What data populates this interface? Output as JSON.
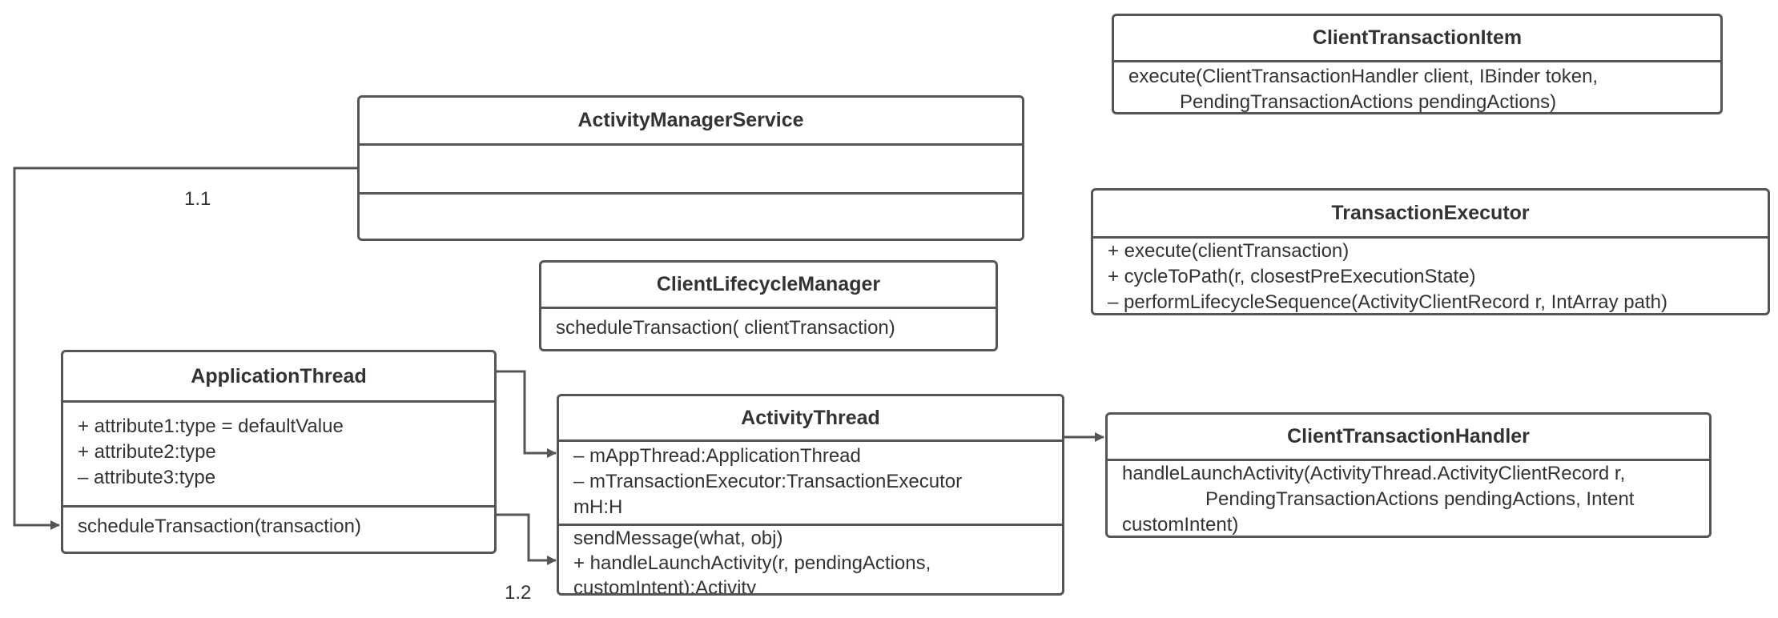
{
  "classes": {
    "ams": {
      "name": "ActivityManagerService"
    },
    "cti": {
      "name": "ClientTransactionItem",
      "methods": [
        "execute(ClientTransactionHandler client, IBinder token,",
        "PendingTransactionActions pendingActions)"
      ]
    },
    "te": {
      "name": "TransactionExecutor",
      "methods": [
        "+ execute(clientTransaction)",
        "+ cycleToPath(r, closestPreExecutionState)",
        "– performLifecycleSequence(ActivityClientRecord r, IntArray path)"
      ]
    },
    "clm": {
      "name": "ClientLifecycleManager",
      "methods": [
        "scheduleTransaction( clientTransaction)"
      ]
    },
    "at": {
      "name": "ApplicationThread",
      "attributes": [
        "+ attribute1:type = defaultValue",
        "+ attribute2:type",
        "– attribute3:type"
      ],
      "methods": [
        "scheduleTransaction(transaction)"
      ]
    },
    "act": {
      "name": "ActivityThread",
      "attributes": [
        "– mAppThread:ApplicationThread",
        "– mTransactionExecutor:TransactionExecutor",
        "mH:H"
      ],
      "methods": [
        "sendMessage(what, obj)",
        "+  handleLaunchActivity(r, pendingActions,",
        "customIntent):Activity"
      ]
    },
    "cth": {
      "name": "ClientTransactionHandler",
      "methods": [
        "handleLaunchActivity(ActivityThread.ActivityClientRecord r,",
        "PendingTransactionActions pendingActions, Intent",
        "customIntent)"
      ]
    }
  },
  "labels": {
    "step_1_1": "1.1",
    "step_1_2": "1.2"
  },
  "colors": {
    "line": "#555555",
    "text": "#333333",
    "background": "#ffffff"
  }
}
